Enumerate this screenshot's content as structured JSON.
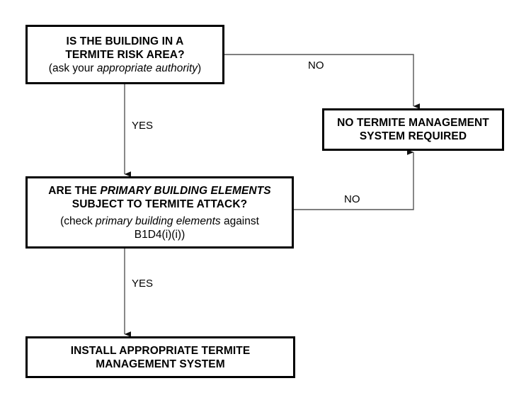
{
  "diagram": {
    "title": "Termite risk management decision flowchart",
    "colors": {
      "box_border": "#000000",
      "connector": "#555555",
      "background": "#ffffff",
      "text": "#000000"
    },
    "nodes": [
      {
        "id": "risk-area-question",
        "lines": [
          {
            "text": "IS THE BUILDING IN A",
            "style": "bold"
          },
          {
            "text": "TERMITE RISK AREA?",
            "style": "bold"
          },
          {
            "text": "(ask your appropriate authority)",
            "style": "normal-mixed-italic"
          }
        ],
        "plain": "IS THE BUILDING IN A TERMITE RISK AREA? (ask your appropriate authority)"
      },
      {
        "id": "primary-elements-question",
        "lines": [
          {
            "text": "ARE THE PRIMARY BUILDING ELEMENTS",
            "style": "bold-mixed-italic"
          },
          {
            "text": "SUBJECT TO TERMITE ATTACK?",
            "style": "bold"
          },
          {
            "text": "(check primary building elements against",
            "style": "normal-mixed-italic"
          },
          {
            "text": "B1D4(i)(i))",
            "style": "normal"
          }
        ],
        "plain": "ARE THE PRIMARY BUILDING ELEMENTS SUBJECT TO TERMITE ATTACK? (check primary building elements against B1D4(i)(i))"
      },
      {
        "id": "no-system-required",
        "lines": [
          {
            "text": "NO TERMITE MANAGEMENT",
            "style": "bold"
          },
          {
            "text": "SYSTEM REQUIRED",
            "style": "bold"
          }
        ],
        "plain": "NO TERMITE MANAGEMENT SYSTEM REQUIRED"
      },
      {
        "id": "install-system",
        "lines": [
          {
            "text": "INSTALL APPROPRIATE TERMITE",
            "style": "bold"
          },
          {
            "text": "MANAGEMENT SYSTEM",
            "style": "bold"
          }
        ],
        "plain": "INSTALL APPROPRIATE TERMITE MANAGEMENT SYSTEM"
      }
    ],
    "box1": {
      "line1": "IS THE BUILDING IN A",
      "line2": "TERMITE RISK AREA?",
      "line3_pre": "(ask your ",
      "line3_italic": "appropriate authority",
      "line3_post": ")"
    },
    "box2": {
      "line1_pre": "ARE THE ",
      "line1_italic": "PRIMARY BUILDING ELEMENTS",
      "line2": "SUBJECT TO TERMITE ATTACK?",
      "line3_pre": "(check ",
      "line3_italic": "primary building elements",
      "line3_post": " against",
      "line4": "B1D4(i)(i))"
    },
    "box3": {
      "line1": "NO TERMITE MANAGEMENT",
      "line2": "SYSTEM REQUIRED"
    },
    "box4": {
      "line1": "INSTALL APPROPRIATE TERMITE",
      "line2": "MANAGEMENT SYSTEM"
    },
    "edges": [
      {
        "id": "edge-no-1",
        "label": "NO",
        "from": "risk-area-question",
        "to": "no-system-required"
      },
      {
        "id": "edge-yes-1",
        "label": "YES",
        "from": "risk-area-question",
        "to": "primary-elements-question"
      },
      {
        "id": "edge-no-2",
        "label": "NO",
        "from": "primary-elements-question",
        "to": "no-system-required"
      },
      {
        "id": "edge-yes-2",
        "label": "YES",
        "from": "primary-elements-question",
        "to": "install-system"
      }
    ],
    "labels": {
      "no_1": "NO",
      "yes_1": "YES",
      "no_2": "NO",
      "yes_2": "YES"
    }
  }
}
